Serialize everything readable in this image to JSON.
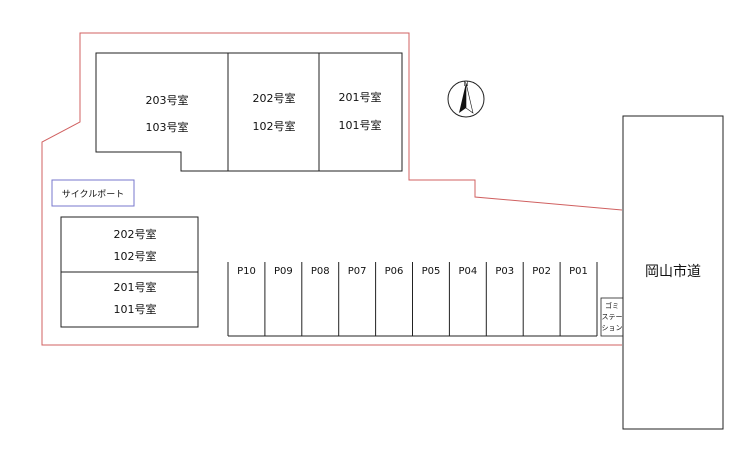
{
  "buildings": {
    "north": {
      "units": [
        {
          "upper": "203号室",
          "lower": "103号室"
        },
        {
          "upper": "202号室",
          "lower": "102号室"
        },
        {
          "upper": "201号室",
          "lower": "101号室"
        }
      ]
    },
    "west": {
      "units": [
        {
          "upper": "202号室",
          "lower": "102号室"
        },
        {
          "upper": "201号室",
          "lower": "101号室"
        }
      ]
    }
  },
  "cycle_port": {
    "label": "サイクルポート"
  },
  "parking": {
    "spaces": [
      "P10",
      "P09",
      "P08",
      "P07",
      "P06",
      "P05",
      "P04",
      "P03",
      "P02",
      "P01"
    ]
  },
  "garbage_station": {
    "lines": [
      "ゴミ",
      "ステー",
      "ション"
    ]
  },
  "road": {
    "label": "岡山市道"
  },
  "compass": {
    "north_label": "N"
  },
  "colors": {
    "boundary": "#d06060",
    "lines": "#222222",
    "cycle_port_border": "#7777cc"
  }
}
